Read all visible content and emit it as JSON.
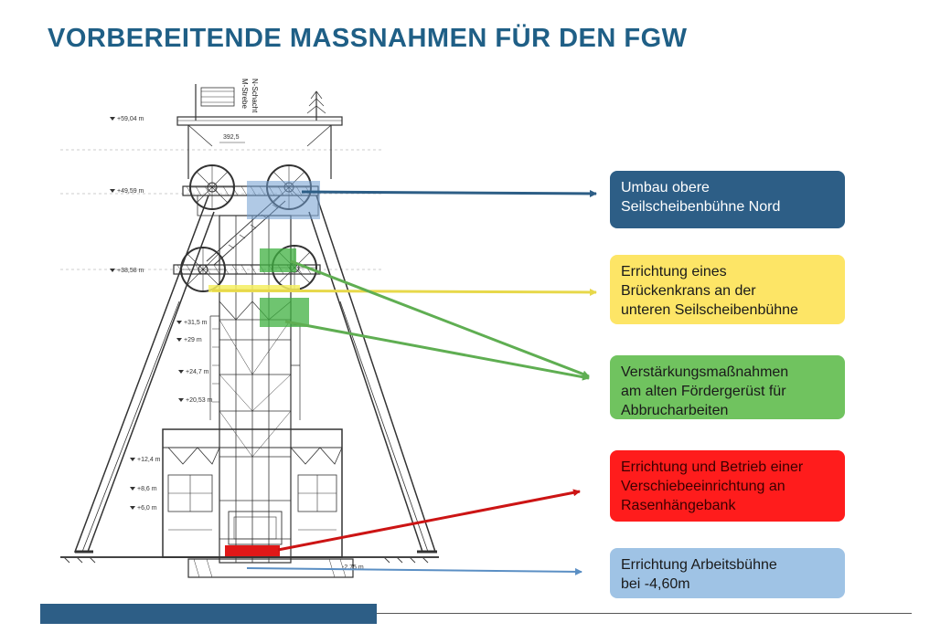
{
  "page": {
    "title": "VORBEREITENDE MASSNAHMEN FÜR DEN FGW"
  },
  "measures": [
    {
      "lines": [
        "Umbau obere",
        "Seilscheibenbühne Nord"
      ],
      "color": "#2d5e86"
    },
    {
      "lines": [
        "Errichtung eines",
        "Brückenkrans an der",
        "unteren Seilscheibenbühne"
      ],
      "color": "#fde566"
    },
    {
      "lines": [
        "Verstärkungsmaßnahmen",
        "am alten Fördergerüst für",
        "Abbrucharbeiten"
      ],
      "color": "#70c35f"
    },
    {
      "lines": [
        "Errichtung und Betrieb einer",
        "Verschiebeeinrichtung an",
        "Rasenhängebank"
      ],
      "color": "#ff1c1c"
    },
    {
      "lines": [
        "Errichtung Arbeitsbühne",
        "bei -4,60m"
      ],
      "color": "#9fc3e5"
    }
  ],
  "drawing": {
    "levels": [
      "+59,04 m",
      "+49,59 m",
      "+38,58 m",
      "+31,5 m",
      "+29 m",
      "+24,7 m",
      "+20,53 m",
      "+12,4 m",
      "+8,6 m",
      "+6,0 m"
    ],
    "dimension": "392,5",
    "vertical_labels": [
      "N-Schacht",
      "M-Strebe"
    ],
    "bottom_label": "-2,75 m"
  }
}
